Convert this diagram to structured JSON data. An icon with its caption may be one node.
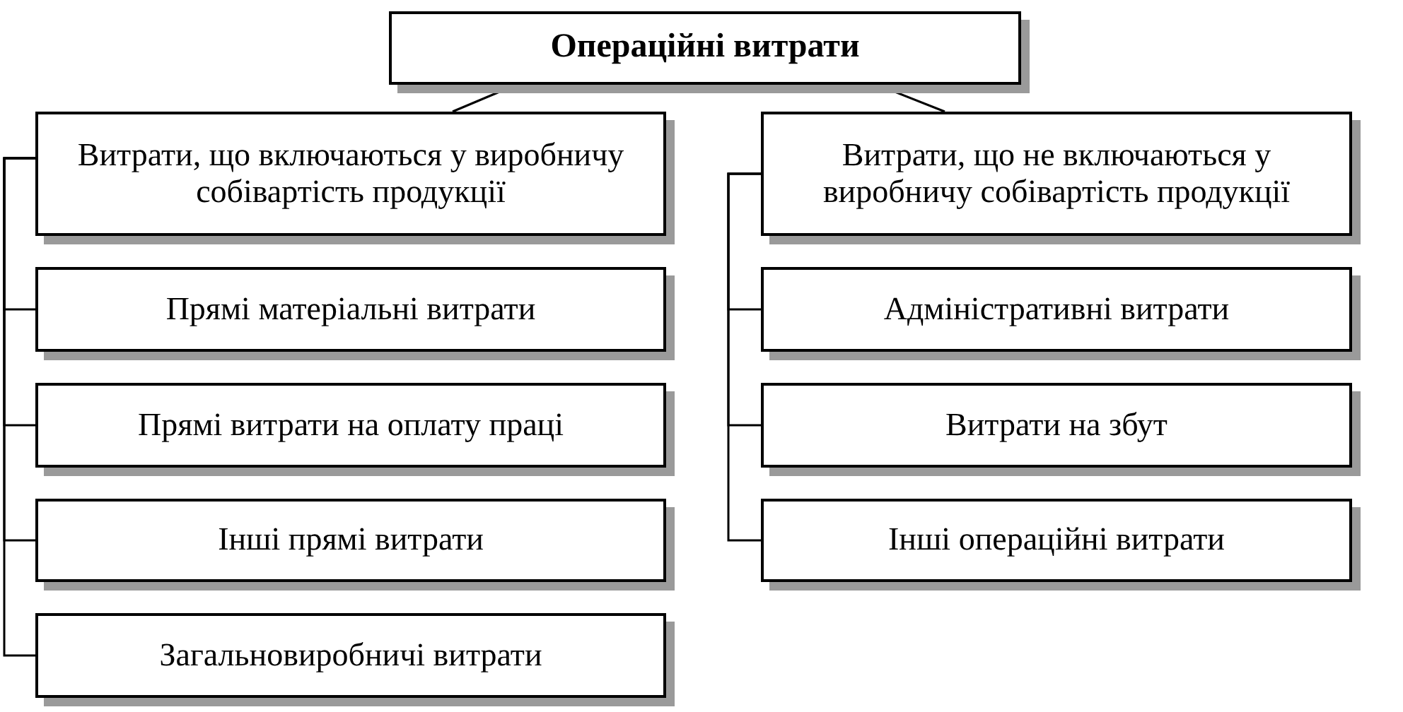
{
  "diagram": {
    "nodes": [
      {
        "text": [
          "Операційні витрати"
        ]
      },
      {
        "text": [
          "Витрати, що включаються у виробничу собівартість продукції"
        ]
      },
      {
        "text": [
          "Прямі матеріальні витрати"
        ]
      },
      {
        "text": [
          "Прямі витрати на оплату праці"
        ]
      },
      {
        "text": [
          "Інші прямі витрати"
        ]
      },
      {
        "text": [
          "Загальновиробничі витрати"
        ]
      },
      {
        "text": [
          "Витрати, що не включаються у виробничу собівартість продукції"
        ]
      },
      {
        "text": [
          "Адміністративні витрати"
        ]
      },
      {
        "text": [
          "Витрати на збут"
        ]
      },
      {
        "text": [
          "Інші операційні витрати"
        ]
      }
    ],
    "edges": [
      {
        "from": 0,
        "to": 1,
        "arrow": "none"
      },
      {
        "from": 0,
        "to": 6,
        "arrow": "none"
      },
      {
        "from": 1,
        "to": 2,
        "arrow": "none"
      },
      {
        "from": 1,
        "to": 3,
        "arrow": "none"
      },
      {
        "from": 1,
        "to": 4,
        "arrow": "none"
      },
      {
        "from": 1,
        "to": 5,
        "arrow": "none"
      },
      {
        "from": 6,
        "to": 7,
        "arrow": "none"
      },
      {
        "from": 6,
        "to": 8,
        "arrow": "none"
      },
      {
        "from": 6,
        "to": 9,
        "arrow": "none"
      }
    ]
  }
}
